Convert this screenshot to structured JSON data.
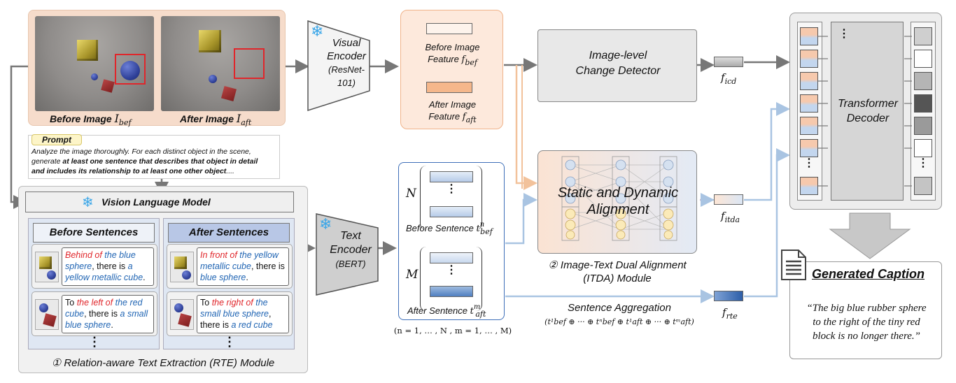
{
  "images": {
    "before_label": "Before Image",
    "before_math": "I",
    "before_sub": "bef",
    "after_label": "After Image",
    "after_math": "I",
    "after_sub": "aft"
  },
  "visual_encoder": {
    "line1": "Visual",
    "line2": "Encoder",
    "line3": "(ResNet-101)"
  },
  "features": {
    "before_line1": "Before Image",
    "before_line2": "Feature",
    "before_math": "f",
    "before_sub": "bef",
    "after_line1": "After Image",
    "after_line2": "Feature",
    "after_math": "f",
    "after_sub": "aft"
  },
  "change_detector": {
    "line1": "Image-level",
    "line2": "Change Detector"
  },
  "f_icd": {
    "math": "f",
    "sub": "icd"
  },
  "prompt": {
    "tag": "Prompt",
    "text1": "Analyze the image thoroughly. For each distinct object in the scene,",
    "text2_normal": "generate ",
    "text2_bold": "at least one sentence that describes that object in detail",
    "text3_bold": "and includes its relationship to at least one other object",
    "text3_end": "....",
    "ellipsis": "…"
  },
  "vlm": {
    "label": "Vision Language Model"
  },
  "before_sentences": {
    "header": "Before Sentences",
    "s1_red": "Behind of",
    "s1_b1": " the blue sphere",
    "s1_n1": ", there is ",
    "s1_b2": "a yellow metallic cube",
    "s1_end": ".",
    "s2_n0": "To ",
    "s2_red": "the left of",
    "s2_b1": " the red cube",
    "s2_n1": ", there is ",
    "s2_b2": "a small blue sphere",
    "s2_end": ".",
    "more": "⋮"
  },
  "after_sentences": {
    "header": "After Sentences",
    "s1_red": "In front of",
    "s1_b1": " the yellow metallic cube",
    "s1_n1": ", there is ",
    "s1_b2": "blue sphere",
    "s1_end": ".",
    "s2_n0": "To ",
    "s2_red": "the right of",
    "s2_b1": " the small blue sphere",
    "s2_n1": ", there is ",
    "s2_b2": "a red cube",
    "more": "⋮"
  },
  "rte_module": {
    "label": "① Relation-aware Text Extraction (RTE) Module"
  },
  "text_encoder": {
    "line1": "Text",
    "line2": "Encoder",
    "line3": "(BERT)"
  },
  "sentence_features": {
    "n_label": "N",
    "m_label": "M",
    "dots": "⋮",
    "before_label": "Before Sentence",
    "before_math": "t",
    "before_sub": "bef",
    "before_sup": "n",
    "after_label": "After Sentence",
    "after_math": "t",
    "after_sub": "aft",
    "after_sup": "m",
    "range": "(n = 1, … , N , m = 1, … , M)"
  },
  "itda": {
    "title1": "Static and Dynamic",
    "title2": "Alignment",
    "caption1": "② Image-Text Dual Alignment",
    "caption2": "(ITDA) Module"
  },
  "f_itda": {
    "math": "f",
    "sub": "itda"
  },
  "aggregation": {
    "label": "Sentence Aggregation",
    "formula": "(t¹bef ⊕ ··· ⊕ tⁿbef ⊕ t¹aft ⊕ ··· ⊕ tᵐaft)"
  },
  "f_rte": {
    "math": "f",
    "sub": "rte"
  },
  "decoder": {
    "line1": "Transformer",
    "line2": "Decoder",
    "dots": "⋮"
  },
  "caption": {
    "title": "Generated Caption",
    "text1": "“The big blue rubber sphere",
    "text2": "to the right of the tiny red",
    "text3": "block is no longer there.”"
  },
  "colors": {
    "image_panel": "#f6dccb",
    "feature_panel": "#fde9dc",
    "rte_panel": "#f1f1f1",
    "sentence_panel": "#dfe7f3",
    "after_header": "#b8c7e6",
    "arrow_gray": "#777777",
    "arrow_orange": "#f2c29b",
    "arrow_blue": "#a9c4e2",
    "rte_feature": "#3e6fb8"
  }
}
